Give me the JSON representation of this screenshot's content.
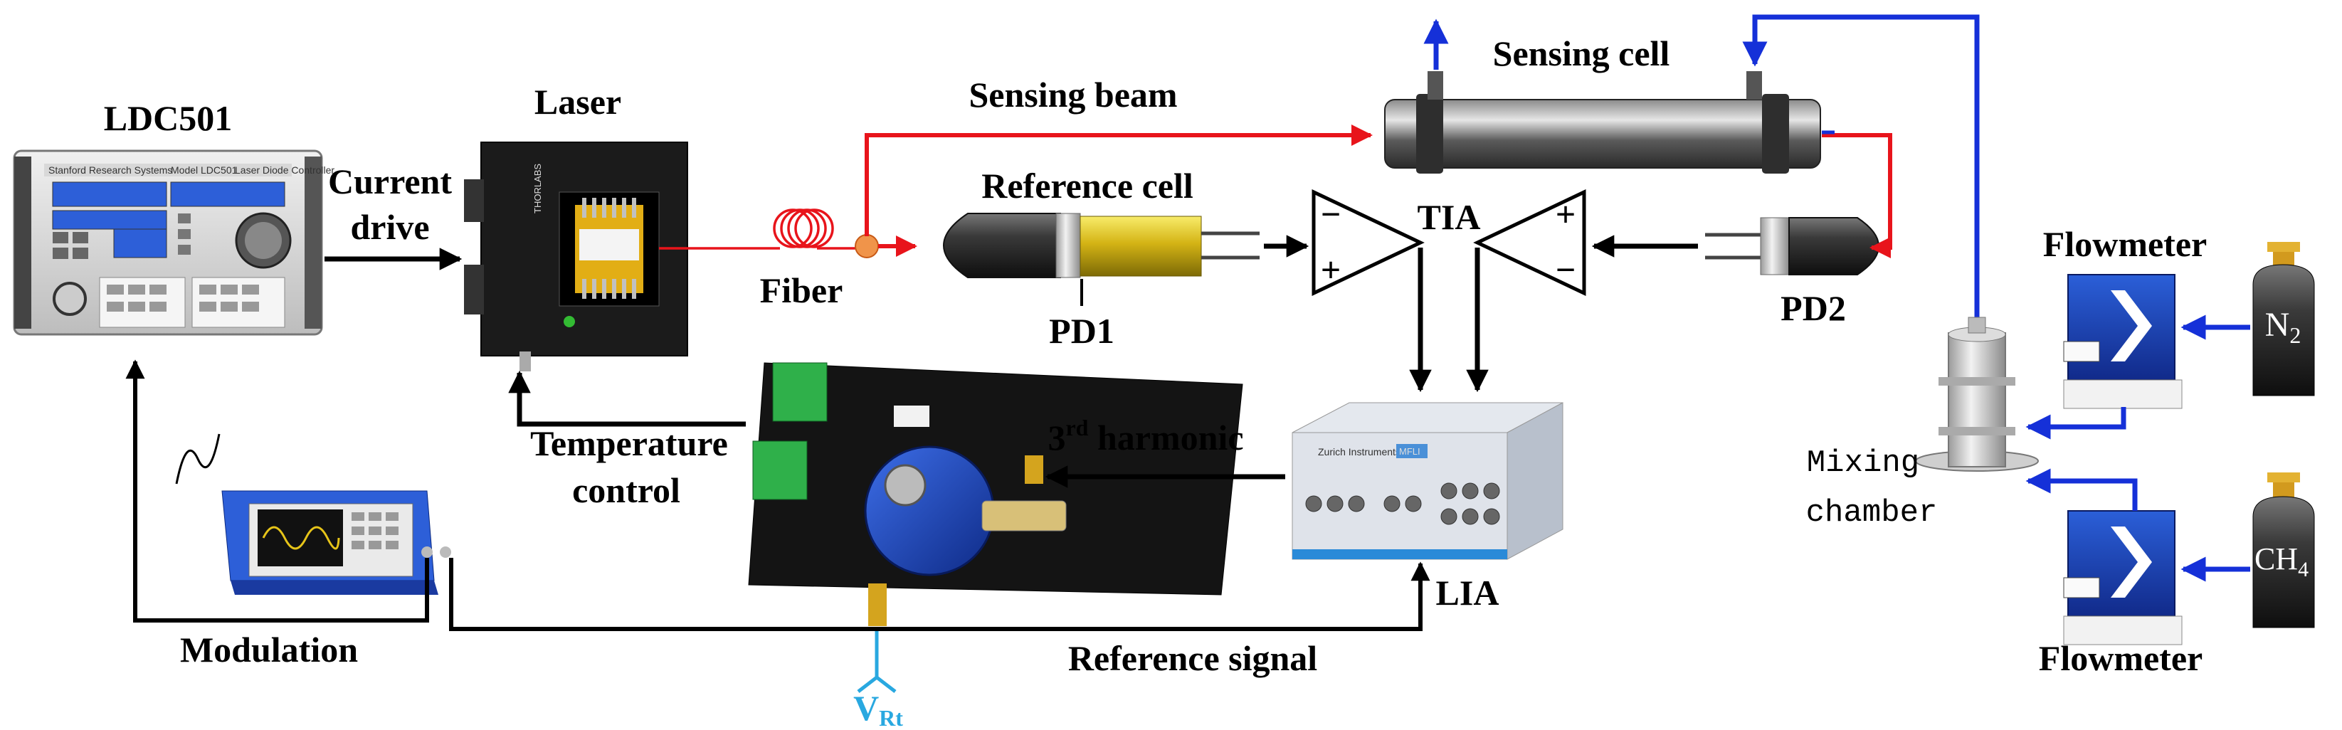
{
  "labels": {
    "ldc": "LDC501",
    "current_drive_1": "Current",
    "current_drive_2": "drive",
    "laser": "Laser",
    "sensing_beam": "Sensing beam",
    "sensing_cell": "Sensing cell",
    "reference_cell": "Reference cell",
    "fiber": "Fiber",
    "pd1": "PD1",
    "pd2": "PD2",
    "tia": "TIA",
    "flowmeter_top": "Flowmeter",
    "flowmeter_bottom": "Flowmeter",
    "n2": "N",
    "n2_sub": "2",
    "ch4": "CH",
    "ch4_sub": "4",
    "mixing_1": "Mixing",
    "mixing_2": "chamber",
    "temp_1": "Temperature",
    "temp_2": "control",
    "harmonic_base": "3",
    "harmonic_sup": "rd",
    "harmonic_rest": " harmonic",
    "lia": "LIA",
    "modulation": "Modulation",
    "reference_signal": "Reference signal",
    "vrt_main": "V",
    "vrt_sub": "Rt"
  },
  "device_text": {
    "ldc_brand": "Stanford Research Systems",
    "ldc_model": "Model LDC501",
    "ldc_desc": "Laser Diode Controller",
    "thorlabs": "THORLABS",
    "lia_brand": "Zurich Instruments",
    "lia_model": "MFLI"
  },
  "tia_signs": {
    "left_top": "−",
    "left_bottom": "+",
    "right_top": "+",
    "right_bottom": "−"
  },
  "colors": {
    "beam": "#e8141b",
    "gas_flow": "#1530d8",
    "vrt": "#29a8e0",
    "arrow": "#000000"
  }
}
